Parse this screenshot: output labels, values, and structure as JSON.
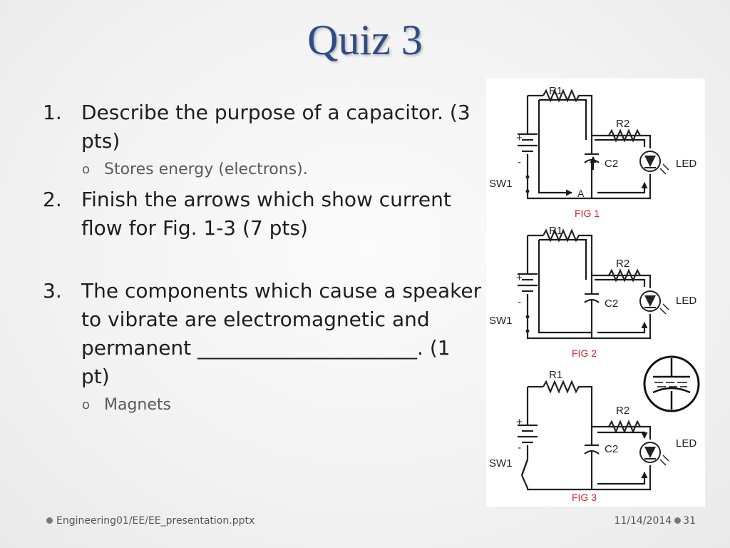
{
  "slide": {
    "title": "Quiz 3",
    "questions": [
      {
        "num": "1.",
        "text": "Describe the purpose of a capacitor. (3 pts)",
        "answer": "Stores energy (electrons)."
      },
      {
        "num": "2.",
        "text": "Finish the arrows which show current flow for Fig. 1-3 (7 pts)"
      },
      {
        "num": "3.",
        "text": "The components which cause a speaker to vibrate are electromagnetic and permanent ______________________. (1 pt)",
        "answer": "Magnets"
      }
    ],
    "bullet_glyph": "o"
  },
  "figure": {
    "r1": "R1",
    "r2": "R2",
    "c2": "C2",
    "led": "LED",
    "sw1": "SW1",
    "plus": "+",
    "minus": "-",
    "node_a": "A",
    "fig1": "FIG 1",
    "fig2": "FIG 2",
    "fig3": "FIG 3",
    "caption_color": "#e02020",
    "arrow_color": "#1a1a1a"
  },
  "footer": {
    "path": "Engineering01/EE/EE_presentation.pptx",
    "date": "11/14/2014",
    "page": "31"
  }
}
